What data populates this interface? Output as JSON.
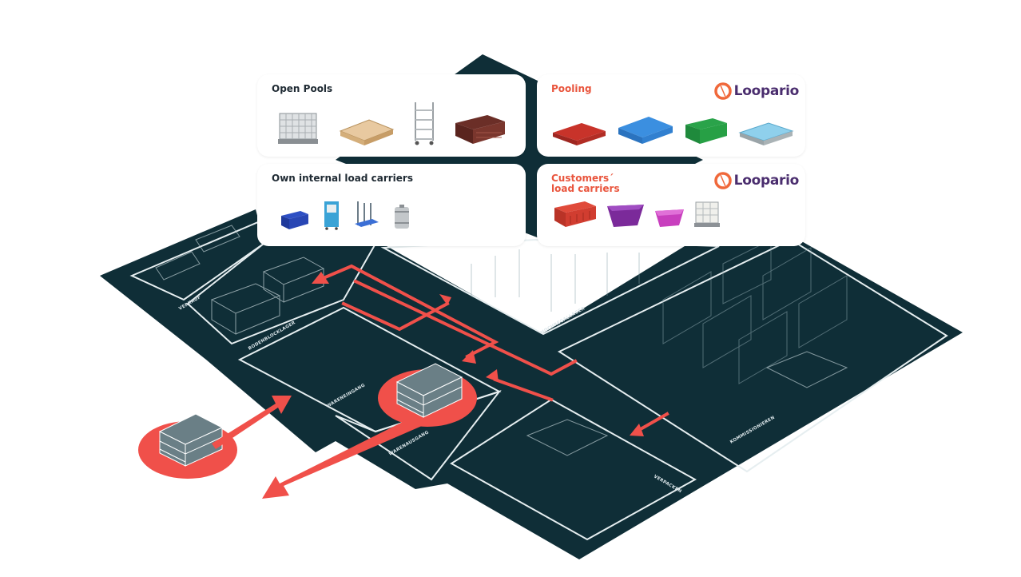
{
  "cards": {
    "open_pools": {
      "title": "Open Pools",
      "items": [
        "mesh-box-pallet-icon",
        "wooden-pallet-icon",
        "roll-container-icon",
        "plastic-crate-icon"
      ]
    },
    "pooling": {
      "title": "Pooling",
      "logo": "Loopario",
      "items": [
        "red-pallet-icon",
        "blue-plastic-pallet-icon",
        "green-crate-icon",
        "light-blue-pallet-icon"
      ]
    },
    "own_internal": {
      "title": "Own internal load carriers",
      "items": [
        "blue-bin-icon",
        "blue-cabinet-icon",
        "rack-trolley-icon",
        "keg-icon"
      ]
    },
    "customers": {
      "title_line1": "Customers´",
      "title_line2": "load carriers",
      "logo": "Loopario",
      "items": [
        "red-container-icon",
        "purple-skip-icon",
        "pink-skip-icon",
        "ibc-tank-icon"
      ]
    }
  },
  "zones": {
    "verkauf": "VERKAUF",
    "bodenblocklager": "BODENBLOCKLAGER",
    "hochregallager": "HOCHREGALLAGER",
    "wareneingang": "WARENEINGANG",
    "warenausgang": "WARENAUSGANG",
    "verpacken": "VERPACKEN",
    "kommissionieren": "KOMMISSIONIEREN"
  },
  "colors": {
    "floor": "#0f2e37",
    "lines": "#e6eef0",
    "flow": "#f0504a",
    "card_accent": "#e9553d",
    "brand": "#4a2d6e",
    "brand_mark": "#f0683a"
  }
}
